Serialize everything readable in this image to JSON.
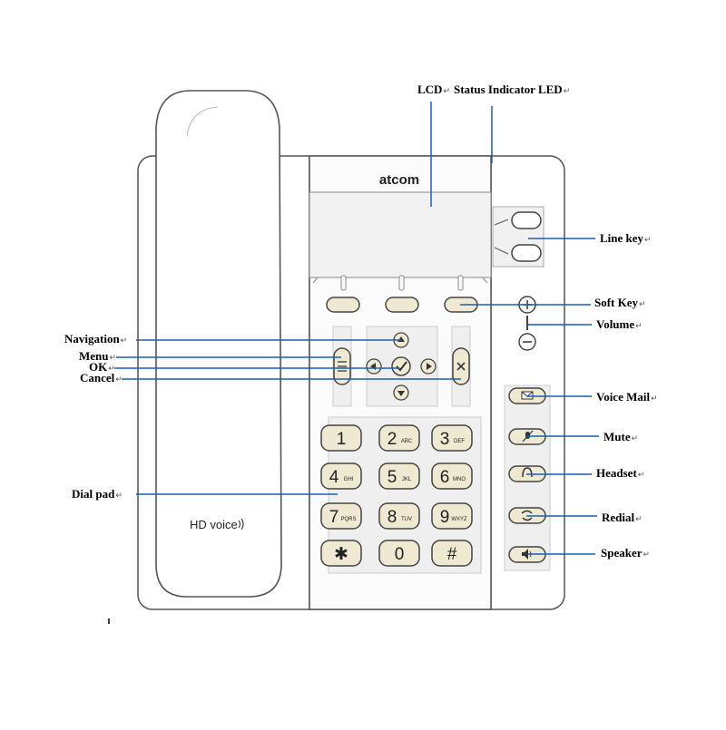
{
  "brand": "atcom",
  "hd_badge": "HD voice",
  "return_mark": "↵",
  "labels": {
    "lcd": "LCD",
    "status_led": "Status Indicator LED",
    "line_key": "Line key",
    "soft_key": "Soft Key",
    "volume": "Volume",
    "navigation": "Navigation",
    "menu": "Menu",
    "ok": "OK",
    "cancel": "Cancel",
    "voice_mail": "Voice Mail",
    "mute": "Mute",
    "headset": "Headset",
    "redial": "Redial",
    "dial_pad": "Dial pad",
    "speaker": "Speaker"
  },
  "keypad": [
    {
      "digit": "1",
      "letters": ""
    },
    {
      "digit": "2",
      "letters": "ABC"
    },
    {
      "digit": "3",
      "letters": "DEF"
    },
    {
      "digit": "4",
      "letters": "GHI"
    },
    {
      "digit": "5",
      "letters": "JKL"
    },
    {
      "digit": "6",
      "letters": "MNO"
    },
    {
      "digit": "7",
      "letters": "PQRS"
    },
    {
      "digit": "8",
      "letters": "TUV"
    },
    {
      "digit": "9",
      "letters": "WXYZ"
    },
    {
      "digit": "✱",
      "letters": ""
    },
    {
      "digit": "0",
      "letters": ""
    },
    {
      "digit": "#",
      "letters": ""
    }
  ],
  "colors": {
    "line": "#1a5fb4",
    "outline": "#555555",
    "key_fill": "#efe9d2",
    "panel_fill": "#f0f0f0"
  }
}
